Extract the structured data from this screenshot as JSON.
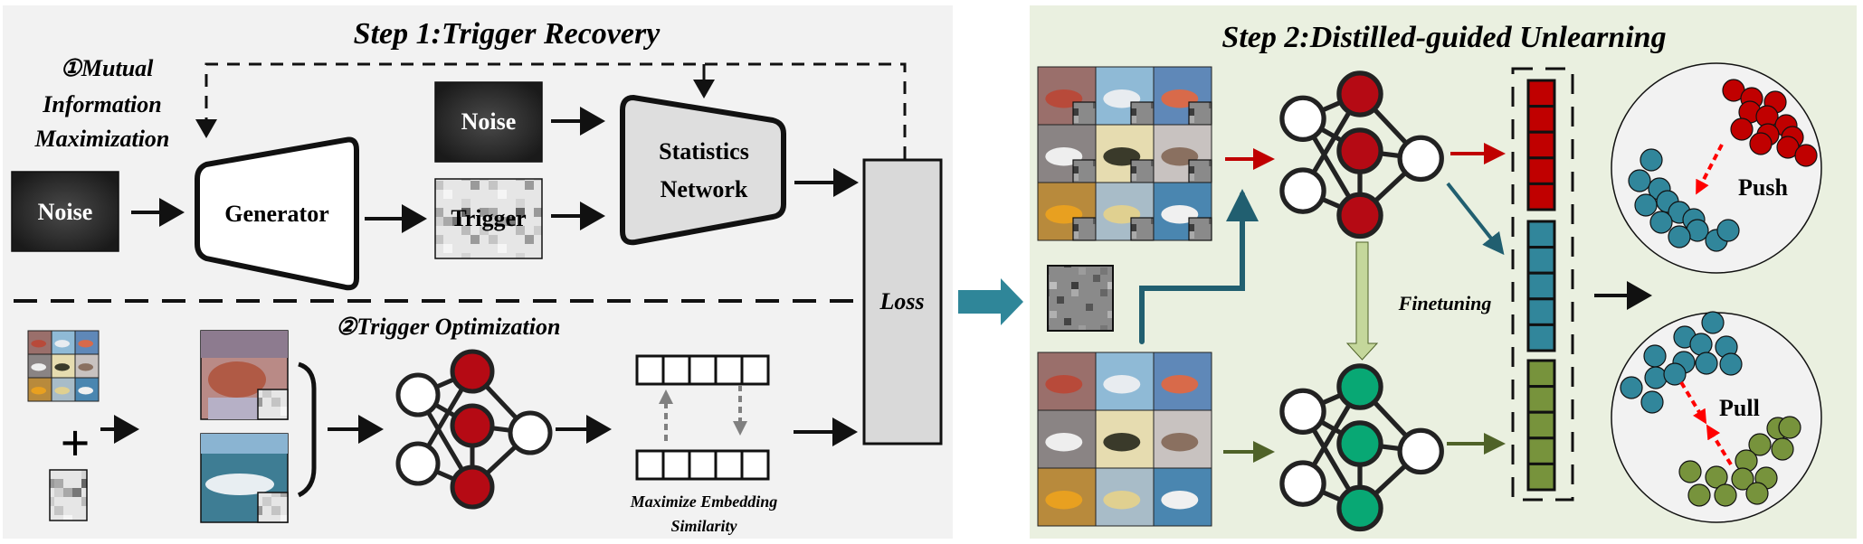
{
  "step1": {
    "title": "Step 1:Trigger Recovery",
    "mi_label_lines": [
      "①Mutual",
      "Information",
      "Maximization"
    ],
    "noise_input_label": "Noise",
    "generator_label": "Generator",
    "noise_label": "Noise",
    "trigger_label": "Trigger",
    "statistics_network_lines": [
      "Statistics",
      "Network"
    ],
    "loss_label": "Loss",
    "trigger_opt_label": "②Trigger Optimization",
    "embedding_caption_lines": [
      "Maximize Embedding",
      "Similarity"
    ],
    "plus_sign": "+"
  },
  "step2": {
    "title": "Step 2:Distilled-guided Unlearning",
    "finetuning_label": "Finetuning",
    "push_label": "Push",
    "pull_label": "Pull"
  },
  "colors": {
    "panel1_bg": "#f2f2f2",
    "panel2_bg": "#eaf0e0",
    "teal_arrow": "#2f8699",
    "dark_teal": "#215f70",
    "red_node": "#b50a14",
    "green_node": "#08a874",
    "red_bar": "#c00000",
    "blue_bar": "#31869b",
    "green_bar": "#77933c",
    "finetune_arrow": "#c4d79b",
    "olive_arrow": "#4f6228",
    "push_red": "#ff0000",
    "loss_fill": "#d9d9d9",
    "stat_fill": "#dedede"
  },
  "icons": {
    "noise_image": "noise-image-icon",
    "trigger_image": "trigger-pattern-icon",
    "cifar_grid": "image-grid-icon",
    "network": "neural-network-icon",
    "embedding": "embedding-vector-icon",
    "cluster": "feature-cluster-icon"
  }
}
